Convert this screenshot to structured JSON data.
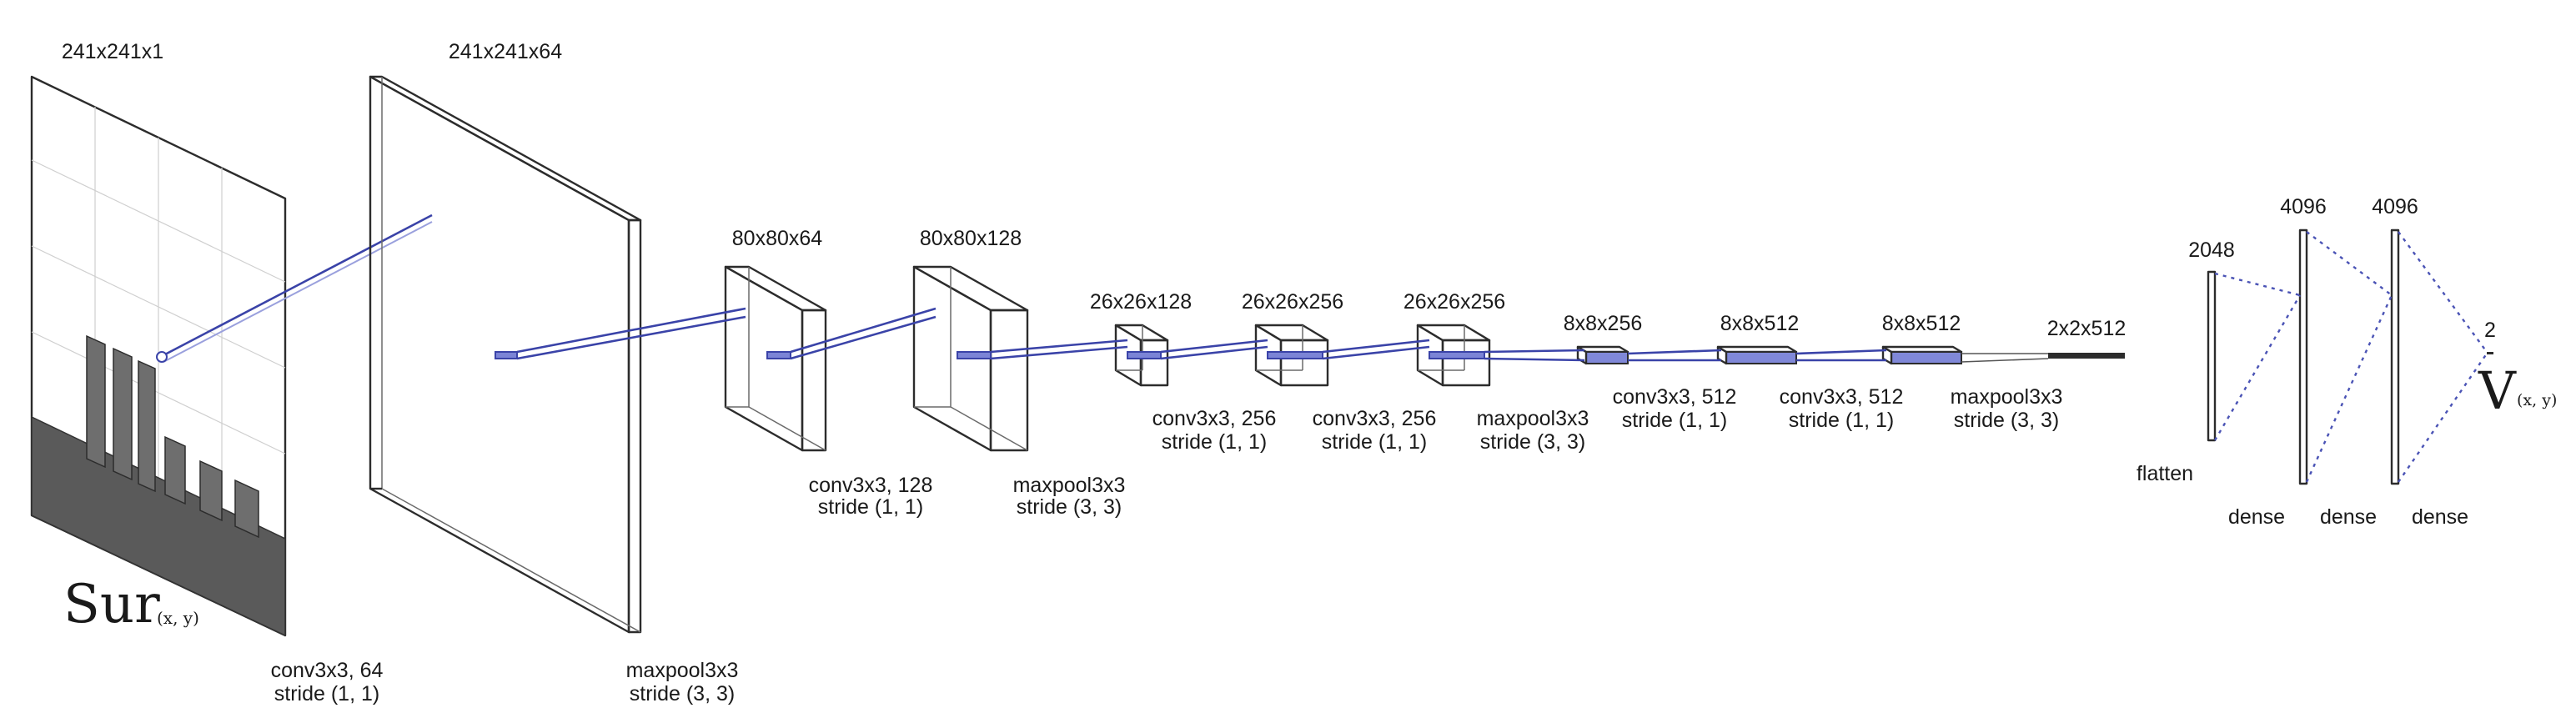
{
  "input_surface": {
    "dims": "241x241x1",
    "symbol": "Sur",
    "symbol_subscript": "(x, y)"
  },
  "layers": [
    {
      "dims": "241x241x64",
      "op": "conv3x3, 64",
      "stride": "stride (1, 1)"
    },
    {
      "dims": "80x80x64",
      "op": "maxpool3x3",
      "stride": "stride (3, 3)"
    },
    {
      "dims": "80x80x128",
      "op": "conv3x3, 128",
      "stride": "stride (1, 1)"
    },
    {
      "dims": "26x26x128",
      "op": "maxpool3x3",
      "stride": "stride (3, 3)"
    },
    {
      "dims": "26x26x256",
      "op": "conv3x3, 256",
      "stride": "stride (1, 1)"
    },
    {
      "dims": "26x26x256",
      "op": "conv3x3, 256",
      "stride": "stride (1, 1)"
    },
    {
      "dims": "8x8x256",
      "op": "maxpool3x3",
      "stride": "stride (3, 3)"
    },
    {
      "dims": "8x8x512",
      "op": "conv3x3, 512",
      "stride": "stride (1, 1)"
    },
    {
      "dims": "8x8x512",
      "op": "conv3x3, 512",
      "stride": "stride (1, 1)"
    },
    {
      "dims": "2x2x512",
      "op": "maxpool3x3",
      "stride": "stride (3, 3)"
    }
  ],
  "dense_stack": [
    {
      "size": "2048",
      "op": "flatten"
    },
    {
      "size": "4096",
      "op": "dense"
    },
    {
      "size": "4096",
      "op": "dense"
    },
    {
      "size": "2",
      "op": "dense"
    }
  ],
  "output": {
    "symbol": "V",
    "symbol_subscript": "(x, y)"
  }
}
